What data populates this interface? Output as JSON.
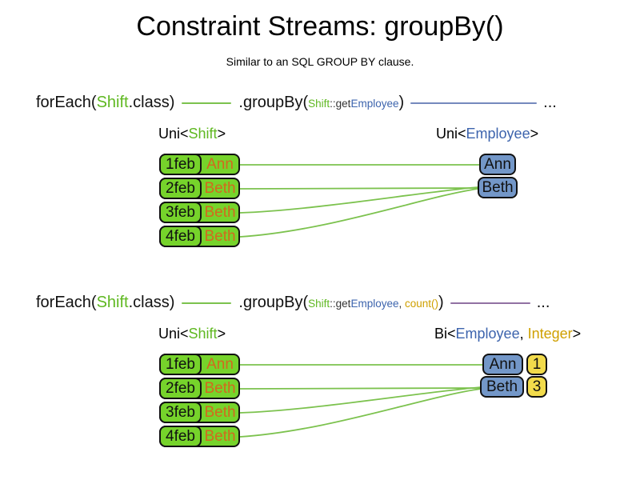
{
  "page": {
    "title": "Constraint Streams: groupBy()",
    "subtitle": "Similar to an SQL GROUP BY clause."
  },
  "colors": {
    "shift_green": "#5FB821",
    "employee_blue": "#3D64AD",
    "integer_gold": "#CFA000",
    "employee_orange": "#D2691E",
    "box_green": "#76D32B",
    "box_blue": "#7397C8",
    "box_yellow": "#F2DB4B",
    "connector_green": "#7CC24E",
    "connector_blue": "#7589BD",
    "connector_purple": "#9171A3"
  },
  "section1": {
    "code": {
      "foreach": "forEach(",
      "shift_class": "Shift",
      "class_close": ".class)",
      "groupby": ".groupBy(",
      "arg_shift": "Shift",
      "arg_getter": "::get",
      "arg_employee": "Employee",
      "paren_close": ")",
      "ellipsis": "..."
    },
    "source_label": {
      "prefix": "Uni<",
      "type": "Shift",
      "suffix": ">"
    },
    "result_label": {
      "prefix": "Uni<",
      "type": "Employee",
      "suffix": ">"
    },
    "shifts": [
      {
        "date": "1feb",
        "employee": "Ann"
      },
      {
        "date": "2feb",
        "employee": "Beth"
      },
      {
        "date": "3feb",
        "employee": "Beth"
      },
      {
        "date": "4feb",
        "employee": "Beth"
      }
    ],
    "groups": [
      {
        "employee": "Ann"
      },
      {
        "employee": "Beth"
      }
    ]
  },
  "section2": {
    "code": {
      "foreach": "forEach(",
      "shift_class": "Shift",
      "class_close": ".class)",
      "groupby": ".groupBy(",
      "arg_shift": "Shift",
      "arg_getter": "::get",
      "arg_employee": "Employee",
      "comma": ", ",
      "count_call": "count()",
      "paren_close": ")",
      "ellipsis": "..."
    },
    "source_label": {
      "prefix": "Uni<",
      "type": "Shift",
      "suffix": ">"
    },
    "result_label": {
      "prefix": "Bi<",
      "employee": "Employee",
      "comma": ", ",
      "integer": "Integer",
      "suffix": ">"
    },
    "shifts": [
      {
        "date": "1feb",
        "employee": "Ann"
      },
      {
        "date": "2feb",
        "employee": "Beth"
      },
      {
        "date": "3feb",
        "employee": "Beth"
      },
      {
        "date": "4feb",
        "employee": "Beth"
      }
    ],
    "groups": [
      {
        "employee": "Ann",
        "count": "1"
      },
      {
        "employee": "Beth",
        "count": "3"
      }
    ]
  }
}
